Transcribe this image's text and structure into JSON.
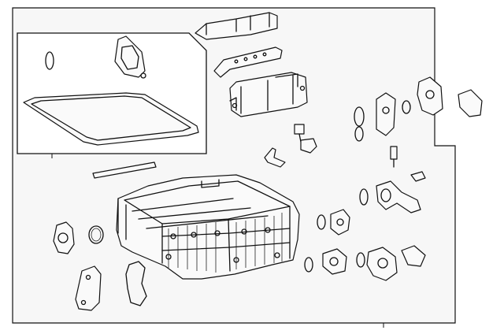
{
  "diagram": {
    "background": "#ffffff",
    "panel_fill": "#f7f7f7",
    "line_color": "#111111",
    "parts": [
      "inset-seal-ring",
      "inset-bracket",
      "inset-cover-panel",
      "top-bracket-upper",
      "top-bracket-rail",
      "ecu-bracket",
      "connector-small",
      "connector-plug",
      "bracket-l",
      "gasket-strip",
      "battery-stack-assembly",
      "pump-housing-left",
      "o-ring-left",
      "plate-left",
      "gasket-loop",
      "coolant-fitting-upper",
      "elbow-fitting-upper",
      "sensor-small",
      "pipe-fitting-right",
      "valve-mid",
      "valve-lower",
      "pump-lower-right",
      "o-rings"
    ]
  }
}
